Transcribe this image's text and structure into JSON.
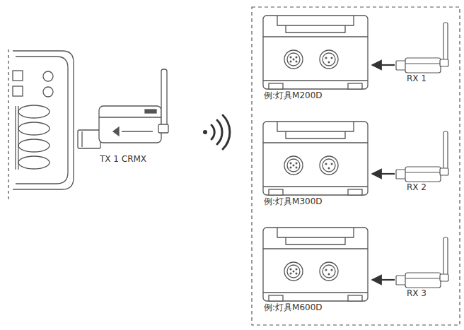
{
  "diagram": {
    "nodes": [
      {
        "text": [
          "TX 1  CRMX"
        ]
      },
      {
        "text": [
          "例:灯具M200D"
        ]
      },
      {
        "text": [
          "RX 1"
        ]
      },
      {
        "text": [
          "例:灯具M300D"
        ]
      },
      {
        "text": [
          "RX 2"
        ]
      },
      {
        "text": [
          "例:灯具M600D"
        ]
      },
      {
        "text": [
          "RX 3"
        ]
      }
    ],
    "edges": [
      {
        "from": 2,
        "to": 1,
        "arrow": "to"
      },
      {
        "from": 4,
        "to": 3,
        "arrow": "to"
      },
      {
        "from": 6,
        "to": 5,
        "arrow": "to"
      }
    ]
  }
}
